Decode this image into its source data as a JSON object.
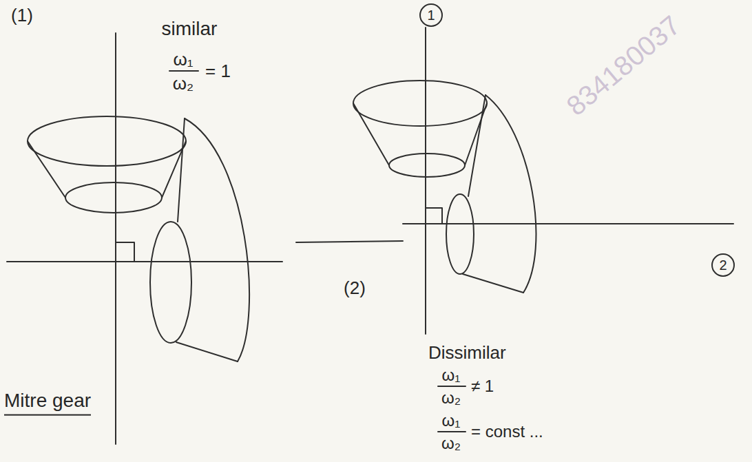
{
  "diagram": {
    "labels": [
      "(1)",
      "similar",
      "ω₁",
      "ω₂",
      "= 1",
      "(2)",
      "Mitre gear",
      "1",
      "2",
      "Dissimilar",
      "ω₁",
      "ω₂",
      "≠ 1",
      "ω₁",
      "ω₂",
      "= const ...",
      "834180037"
    ]
  }
}
